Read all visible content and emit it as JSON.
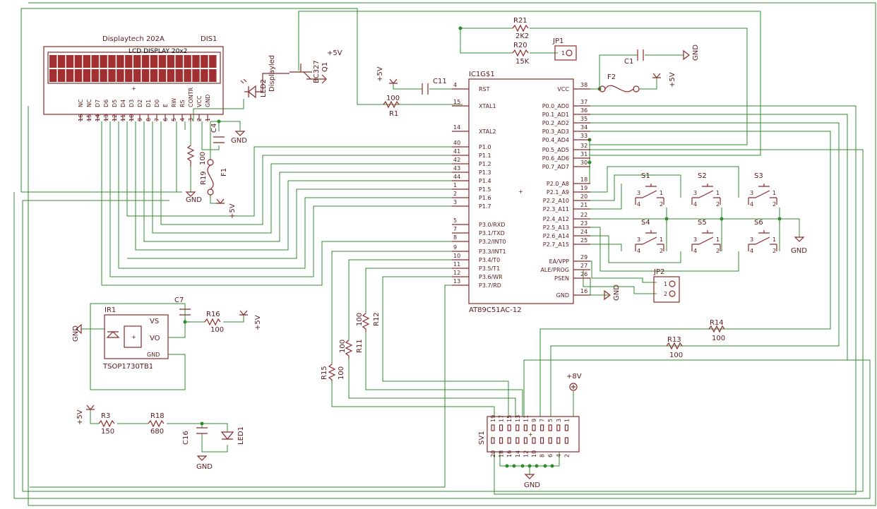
{
  "lcd": {
    "name": "Displaytech 202A",
    "ref": "DIS1",
    "screen_text": "LCD DISPLAY 20x2",
    "pins": [
      "NC",
      "NC",
      "D7",
      "D6",
      "D5",
      "D4",
      "D3",
      "D2",
      "D1",
      "D0",
      "E",
      "RW",
      "RS",
      "CONTR",
      "VCC",
      "GND"
    ],
    "pin_numbers": [
      "16",
      "15",
      "14",
      "13",
      "12",
      "11",
      "10",
      "9",
      "8",
      "7",
      "6",
      "5",
      "4",
      "3",
      "2",
      "1"
    ]
  },
  "mcu": {
    "ref": "IC1G$1",
    "part": "AT89C51AC-12",
    "left_pins": [
      {
        "num": "4",
        "name": "RST"
      },
      {
        "num": "15",
        "name": "XTAL1"
      },
      {
        "num": "14",
        "name": "XTAL2"
      },
      {
        "num": "40",
        "name": "P1.0"
      },
      {
        "num": "41",
        "name": "P1.1"
      },
      {
        "num": "42",
        "name": "P1.2"
      },
      {
        "num": "43",
        "name": "P1.3"
      },
      {
        "num": "44",
        "name": "P1.4"
      },
      {
        "num": "1",
        "name": "P1.5"
      },
      {
        "num": "2",
        "name": "P1.6"
      },
      {
        "num": "3",
        "name": "P1.7"
      },
      {
        "num": "5",
        "name": "P3.0/RXD"
      },
      {
        "num": "7",
        "name": "P3.1/TXD"
      },
      {
        "num": "8",
        "name": "P3.2/INT0"
      },
      {
        "num": "9",
        "name": "P3.3/INT1"
      },
      {
        "num": "10",
        "name": "P3.4/T0"
      },
      {
        "num": "11",
        "name": "P3.5/T1"
      },
      {
        "num": "12",
        "name": "P3.6/WR"
      },
      {
        "num": "13",
        "name": "P3.7/RD"
      }
    ],
    "right_pins": [
      {
        "num": "38",
        "name": "VCC"
      },
      {
        "num": "37",
        "name": "P0.0_AD0"
      },
      {
        "num": "36",
        "name": "P0.1_AD1"
      },
      {
        "num": "35",
        "name": "P0.2_AD2"
      },
      {
        "num": "34",
        "name": "P0.3_AD3"
      },
      {
        "num": "33",
        "name": "P0.4_AD4"
      },
      {
        "num": "32",
        "name": "P0.5_AD5"
      },
      {
        "num": "31",
        "name": "P0.6_AD6"
      },
      {
        "num": "30",
        "name": "P0.7_AD7"
      },
      {
        "num": "18",
        "name": "P2.0_A8"
      },
      {
        "num": "19",
        "name": "P2.1_A9"
      },
      {
        "num": "20",
        "name": "P2.2_A10"
      },
      {
        "num": "21",
        "name": "P2.3_A11"
      },
      {
        "num": "22",
        "name": "P2.4_A12"
      },
      {
        "num": "23",
        "name": "P2.5_A13"
      },
      {
        "num": "24",
        "name": "P2.6_A14"
      },
      {
        "num": "25",
        "name": "P2.7_A15"
      },
      {
        "num": "29",
        "name": "EA/VPP"
      },
      {
        "num": "27",
        "name": "ALE/PROG"
      },
      {
        "num": "26",
        "name": "PSEN"
      },
      {
        "num": "16",
        "name": "GND"
      }
    ]
  },
  "labels": {
    "r21": "R21",
    "r21v": "2K2",
    "r20": "R20",
    "r20v": "15K",
    "jp1": "JP1",
    "jp1pin": "1",
    "q1": "Q1",
    "q1type": "BC327",
    "plus5": "+5V",
    "led2": "LED2",
    "displayled": "Displayled",
    "c11": "C11",
    "r1": "R1",
    "r1v": "100",
    "c1": "C1",
    "f2": "F2",
    "gnd": "GND",
    "c4": "C4",
    "r19": "R19",
    "r19v": "100",
    "f1": "F1",
    "ir1": "IR1",
    "ir_part": "TSOP1730TB1",
    "vs": "VS",
    "vo": "VO",
    "c7": "C7",
    "r16": "R16",
    "r16v": "100",
    "r3": "R3",
    "r3v": "150",
    "r18": "R18",
    "r18v": "680",
    "c16": "C16",
    "led1": "LED1",
    "s1": "S1",
    "s2": "S2",
    "s3": "S3",
    "s4": "S4",
    "s5": "S5",
    "s6": "S6",
    "jp2": "JP2",
    "one": "1",
    "two": "2",
    "three": "3",
    "four": "4",
    "r14": "R14",
    "r14v": "100",
    "r13": "R13",
    "r13v": "100",
    "r12": "R12",
    "r12v": "100",
    "r11": "R11",
    "r11v": "100",
    "r15": "R15",
    "r15v": "100",
    "plus8": "+8V",
    "sv1": "SV1"
  },
  "sv1_top_pins": [
    "19",
    "17",
    "15",
    "13",
    "11",
    "9",
    "7",
    "5",
    "3",
    "1"
  ],
  "sv1_bottom_pins": [
    "20",
    "18",
    "16",
    "14",
    "12",
    "10",
    "8",
    "6",
    "4",
    "2"
  ]
}
